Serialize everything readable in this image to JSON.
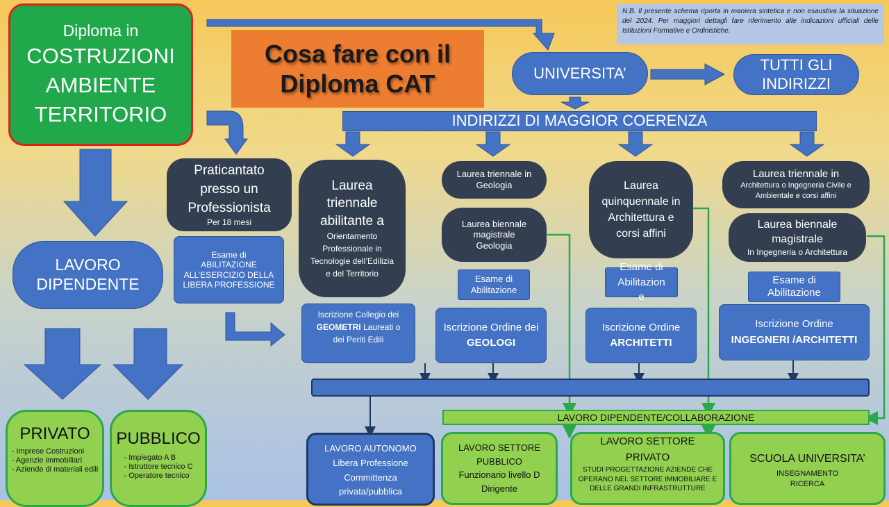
{
  "diploma": {
    "line1": "Diploma in",
    "line2": "COSTRUZIONI",
    "line3": "AMBIENTE",
    "line4": "TERRITORIO"
  },
  "title": {
    "line1": "Cosa fare con il",
    "line2": "Diploma CAT"
  },
  "note": "N.B. Il presente schema riporta in maniera sintetica e non esaustiva la situazione del 2024. Per maggiori dettagli fare riferimento  alle indicazioni ufficiali delle Istituzioni Formative e Ordinistiche.",
  "universita": "UNIVERSITA’",
  "tutti": "TUTTI GLI INDIRIZZI",
  "coerenza": "INDIRIZZI DI MAGGIOR COERENZA",
  "lavoro_dipendente": "LAVORO DIPENDENTE",
  "privato": {
    "title": "PRIVATO",
    "items": [
      "Imprese Costruzioni",
      "Agenzie immobiliari",
      "Aziende di materiali edili"
    ]
  },
  "pubblico": {
    "title": "PUBBLICO",
    "items": [
      "Impiegato A B",
      "Istruttore tecnico C",
      "Operatore tecnico"
    ]
  },
  "praticantato": {
    "title": "Praticantato presso un Professionista",
    "sub": "Per 18 mesi"
  },
  "esame_prof": "Esame di ABILITAZIONE ALL’ESERCIZIO DELLA LIBERA PROFESSIONE",
  "laurea_abil": {
    "title": "Laurea triennale abilitante a",
    "sub": "Orientamento Professionale in Tecnologie dell’Edilizia e del Territorio"
  },
  "collegio": {
    "pre": "Iscrizione Collegio dei ",
    "bold": "GEOMETRI",
    "post": " Laureati o dei Periti Edili"
  },
  "geo_tri": "Laurea triennale in Geologia",
  "geo_bi": "Laurea biennale magistrale Geologia",
  "esame_geo": "Esame di Abilitazione",
  "ordine_geo": {
    "pre": "Iscrizione Ordine dei ",
    "bold": "GEOLOGI"
  },
  "quinq": "Laurea quinquennale in Architettura e corsi affini",
  "esame_arch": "Esame di Abilitazion e",
  "ordine_arch": {
    "pre": "Iscrizione Ordine",
    "bold": "ARCHITETTI"
  },
  "ing_tri": {
    "title": "Laurea triennale  in",
    "sub": "Architettura o Ingegneria Civile e Ambientale e corsi affini"
  },
  "ing_bi": {
    "title": "Laurea biennale magistrale",
    "sub": "In Ingegneria o Architettura"
  },
  "esame_ing": "Esame di Abilitazione",
  "ordine_ing": {
    "pre": "Iscrizione Ordine",
    "bold": "INGEGNERI /ARCHITETTI"
  },
  "collab": "LAVORO DIPENDENTE/COLLABORAZIONE",
  "autonomo": {
    "title": "LAVORO AUTONOMO",
    "sub": "Libera Professione Committenza privata/pubblica"
  },
  "pubblico_settore": {
    "title": "LAVORO SETTORE PUBBLICO",
    "sub": "Funzionario livello D Dirigente"
  },
  "privato_settore": {
    "title": "LAVORO SETTORE PRIVATO",
    "sub": "STUDI PROGETTAZIONE AZIENDE CHE OPERANO NEL SETTORE IMMOBILIARE E DELLE GRANDI INFRASTRUTTURE"
  },
  "scuola": {
    "title": "SCUOLA UNIVERSITA’",
    "sub1": "INSEGNAMENTO",
    "sub2": "RICERCA"
  }
}
